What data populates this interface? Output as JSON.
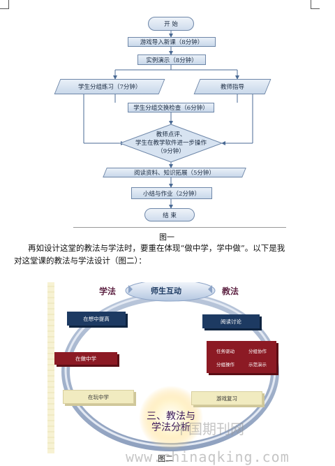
{
  "flowchart": {
    "start": "开 始",
    "step1": "游戏导入新课（8分钟）",
    "step2": "实例演示（8分钟）",
    "step3a": "学生分组练习（7分钟）",
    "step3b": "教师指导",
    "step4": "学生分组交换检查（6分钟）",
    "step5_line1": "教师点评、",
    "step5_line2": "学生在教学软件进一步操作",
    "step5_line3": "（9分钟）",
    "step6": "阅读资料、知识拓展（5分钟）",
    "step7": "小结与作业（2分钟）",
    "end": "结 束"
  },
  "caption1": "图一",
  "paragraph_line1": "再如设计这堂的教法与学法时，要重在体现“做中学，学中做”。以下是我",
  "paragraph_line2": "对这堂课的教法与学法设计（图二）：",
  "diagram2": {
    "left_label": "学法",
    "center_label": "师生互动",
    "right_label": "教法",
    "box_navy_left": "在想中提高",
    "box_maroon_left": "在做中学",
    "box_cream_left": "在玩中学",
    "box_navy_right": "阅读讨论",
    "box_maroon_right_lines": [
      "任务驱动",
      "分组协作",
      "分组操作",
      "示范演示"
    ],
    "box_cream_right": "游戏复习",
    "center_bottom_line1": "三、教法与",
    "center_bottom_line2": "学法分析"
  },
  "caption2": "图二",
  "watermark_cn": "中国期刊网",
  "watermark_url": "www.chinaqking.com",
  "colors": {
    "navy": "#1d3a62",
    "maroon": "#8c1a24",
    "cream": "#f1ebc0",
    "node_border": "#6d86a8"
  }
}
